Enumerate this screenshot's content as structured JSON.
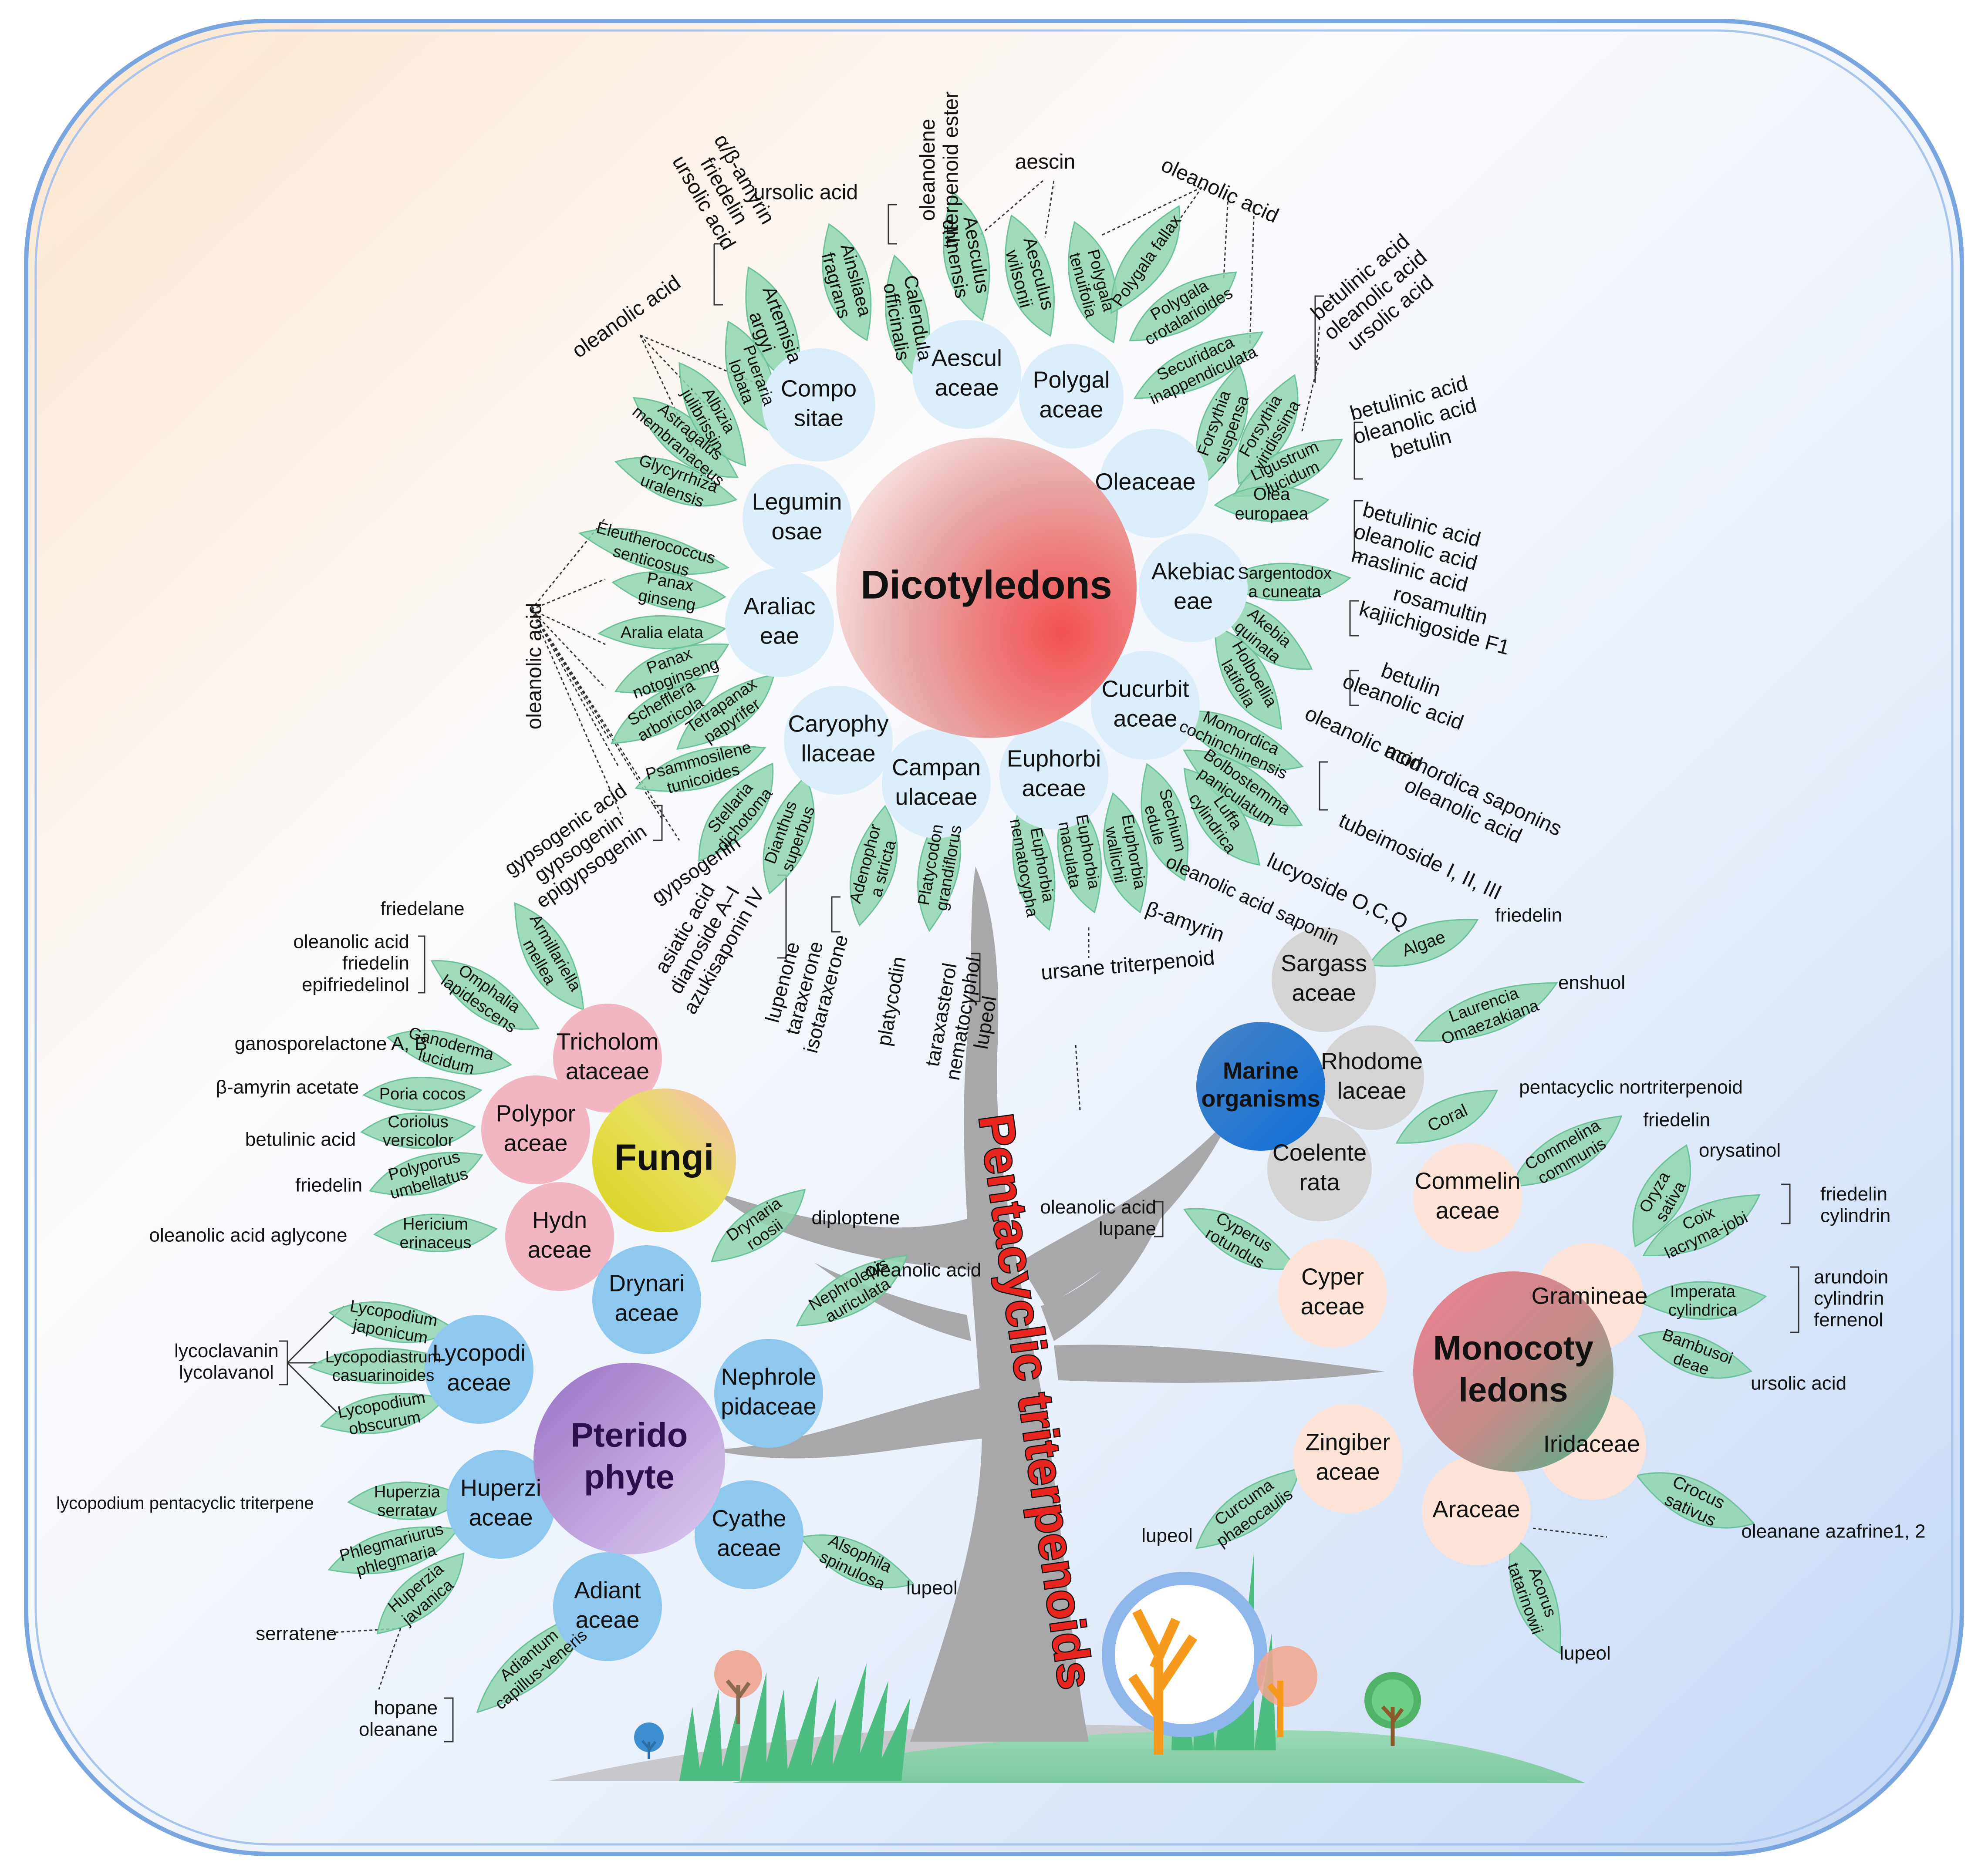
{
  "colors": {
    "frame": "#7aa6e0",
    "leaf": "#8fd6b0",
    "leaf_stroke": "#6cc29a",
    "dicot_family": "#dceefa",
    "mono_family": "#fde3d8",
    "fungi_family": "#f2b6c2",
    "pterido_family": "#8ec8ef",
    "marine_family": "#d4d4d4",
    "trunk": "#a7a7a9",
    "title_red": "#e8251f"
  },
  "title": "Pentacyclic triterpenoids",
  "hubs": {
    "dicot": "Dicotyledons",
    "mono": [
      "Monocoty",
      "ledons"
    ],
    "fungi": "Fungi",
    "pterido": [
      "Pterido",
      "phyte"
    ],
    "marine": [
      "Marine",
      "organisms"
    ]
  },
  "dicot_families": {
    "compositae": [
      "Compo",
      "sitae"
    ],
    "aesculaceae": [
      "Aescul",
      "aceae"
    ],
    "polygalaceae": [
      "Polygal",
      "aceae"
    ],
    "oleaceae": [
      "Oleaceae"
    ],
    "akebiaceae": [
      "Akebiac",
      "eae"
    ],
    "cucurbitaceae": [
      "Cucurbit",
      "aceae"
    ],
    "euphorbiaceae": [
      "Euphorbi",
      "aceae"
    ],
    "campanulaceae": [
      "Campan",
      "ulaceae"
    ],
    "caryophyllaceae": [
      "Caryophy",
      "llaceae"
    ],
    "araliaceae": [
      "Araliac",
      "eae"
    ],
    "leguminosae": [
      "Legumin",
      "osae"
    ]
  },
  "mono_families": {
    "commelinaceae": [
      "Commelin",
      "aceae"
    ],
    "gramineae": [
      "Gramineae"
    ],
    "iridaceae": [
      "Iridaceae"
    ],
    "araceae": [
      "Araceae"
    ],
    "zingiberaceae": [
      "Zingiber",
      "aceae"
    ],
    "cyperaceae": [
      "Cyper",
      "aceae"
    ]
  },
  "fungi_families": {
    "tricholomataceae": [
      "Tricholom",
      "ataceae"
    ],
    "polyporaceae": [
      "Polypor",
      "aceae"
    ],
    "hydnaceae": [
      "Hydn",
      "aceae"
    ]
  },
  "pterido_families": {
    "drynariaceae": [
      "Drynari",
      "aceae"
    ],
    "nephrolepidaceae": [
      "Nephrole",
      "pidaceae"
    ],
    "lycopodiaceae": [
      "Lycopodi",
      "aceae"
    ],
    "huperziaceae": [
      "Huperzi",
      "aceae"
    ],
    "adiantaceae": [
      "Adiant",
      "aceae"
    ],
    "cyatheaceae": [
      "Cyathe",
      "aceae"
    ]
  },
  "marine_families": {
    "sargassaceae": [
      "Sargass",
      "aceae"
    ],
    "rhodomelaceae": [
      "Rhodome",
      "laceae"
    ],
    "coelenterata": [
      "Coelente",
      "rata"
    ]
  },
  "species": {
    "artemisia": [
      "Artemisia",
      "argyi"
    ],
    "ainsliaea": [
      "Ainsliaea",
      "fragrans"
    ],
    "calendula": [
      "Calendula",
      "officinalis"
    ],
    "aesc_chinensis": [
      "Aesculus",
      "chinensis"
    ],
    "aesc_wilsonii": [
      "Aesculus",
      "wilsonii"
    ],
    "polygala_ten": [
      "Polygala",
      "tenuifolia"
    ],
    "polygala_fallax": [
      "Polygala fallax"
    ],
    "polygala_crot": [
      "Polygala",
      "crotalarioides"
    ],
    "securidaca": [
      "Securidaca",
      "inappendiculata"
    ],
    "forsythia_susp": [
      "Forsythia",
      "suspensa"
    ],
    "forsythia_vir": [
      "Forsythia",
      "viridissima"
    ],
    "ligustrum": [
      "Ligustrum",
      "lucidum"
    ],
    "olea": [
      "Olea",
      "europaea"
    ],
    "sargentodoxa": [
      "Sargentodox",
      "a cuneata"
    ],
    "akebia": [
      "Akebia",
      "quinata"
    ],
    "holboellia": [
      "Holboellia",
      "latifolia"
    ],
    "momordica": [
      "Momordica",
      "cochinchinensis"
    ],
    "bolbostemma": [
      "Bolbostemma",
      "paniculatum"
    ],
    "luffa": [
      "Luffa",
      "cylindrica"
    ],
    "sechium": [
      "Sechium",
      "edule"
    ],
    "euph_wallichii": [
      "Euphorbia",
      "wallichii"
    ],
    "euph_maculata": [
      "Euphorbia",
      "maculata"
    ],
    "euph_nematocypha": [
      "Euphorbia",
      "nematocypha"
    ],
    "platycodon": [
      "Platycodon",
      "grandiflorus"
    ],
    "adenophora": [
      "Adenophor",
      "a stricta"
    ],
    "dianthus": [
      "Dianthus",
      "superbus"
    ],
    "stellaria": [
      "Stellaria",
      "dichotoma"
    ],
    "psammosilene": [
      "Psammosilene",
      "tunicoides"
    ],
    "tetrapanax": [
      "Tetrapanax",
      "papyrifer"
    ],
    "schefflera": [
      "Schefflera",
      "arboricola"
    ],
    "panax_noto": [
      "Panax",
      "notoginseng"
    ],
    "aralia": [
      "Aralia elata"
    ],
    "panax_gin": [
      "Panax",
      "ginseng"
    ],
    "eleuthero": [
      "Eleutherococcus",
      "senticosus"
    ],
    "glycyrrhiza": [
      "Glycyrrhiza",
      "uralensis"
    ],
    "astragalus": [
      "Astragalus",
      "membranaceus"
    ],
    "albizia": [
      "Albizia",
      "julibrissin"
    ],
    "pueraria": [
      "Pueraria",
      "lobata"
    ],
    "algae": [
      "Algae"
    ],
    "laurencia": [
      "Laurencia",
      "Omaezakiana"
    ],
    "coral": [
      "Coral"
    ],
    "commelina": [
      "Commelina",
      "communis"
    ],
    "oryza": [
      "Oryza",
      "sativa"
    ],
    "coix": [
      "Coix",
      "lacryma-jobi"
    ],
    "imperata": [
      "Imperata",
      "cylindrica"
    ],
    "bambusoideae": [
      "Bambusoi",
      "deae"
    ],
    "crocus": [
      "Crocus",
      "sativus"
    ],
    "acorus": [
      "Acorus",
      "tatarinowii"
    ],
    "curcuma": [
      "Curcuma",
      "phaeocaulis"
    ],
    "cyperus": [
      "Cyperus",
      "rotundus"
    ],
    "armillariella": [
      "Armillariella",
      "mellea"
    ],
    "omphalia": [
      "Omphalia",
      "lapidescens"
    ],
    "ganoderma": [
      "Ganoderma",
      "lucidum"
    ],
    "poria": [
      "Poria cocos"
    ],
    "coriolus": [
      "Coriolus",
      "versicolor"
    ],
    "polyporus": [
      "Polyporus",
      "umbellatus"
    ],
    "hericium": [
      "Hericium",
      "erinaceus"
    ],
    "drynaria": [
      "Drynaria",
      "roosii"
    ],
    "nephrolepis": [
      "Nephrolepis",
      "auriculata"
    ],
    "lyco_jap": [
      "Lycopodium",
      "japonicum"
    ],
    "lycopodiastrum": [
      "Lycopodiastrum",
      "casuarinoides"
    ],
    "lyco_obs": [
      "Lycopodium",
      "obscurum"
    ],
    "huperzia_serr": [
      "Huperzia",
      "serratav"
    ],
    "phlegmariurus": [
      "Phlegmariurus",
      "phlegmaria"
    ],
    "huperzia_jav": [
      "Huperzia",
      "javanica"
    ],
    "adiantum": [
      "Adiantum",
      "capillus-veneris"
    ],
    "alsophila": [
      "Alsophila",
      "spinulosa"
    ]
  },
  "compounds": {
    "artemisia_list": [
      "α/β-amyrin",
      "friedelin",
      "ursolic acid"
    ],
    "ainsliaea": "ursolic acid",
    "calendula": [
      "oleanolene",
      "triterpenoid ester"
    ],
    "aescin": "aescin",
    "polygala": "oleanolic acid",
    "forsythia_list": [
      "betulinic acid",
      "oleanolic acid",
      "ursolic acid"
    ],
    "ligustrum_list": [
      "betulinic acid",
      "oleanolic acid",
      "betulin"
    ],
    "olea_list": [
      "betulinic acid",
      "oleanolic acid",
      "maslinic acid"
    ],
    "sargento_list": [
      "rosamultin",
      "kajiichigoside F1"
    ],
    "akebia_list": [
      "betulin",
      "oleanolic acid"
    ],
    "holboellia": "oleanolic acid",
    "momordica_list": [
      "momordica saponins",
      "oleanolic acid"
    ],
    "bolbostemma": "tubeimoside I, II, III",
    "luffa": "lucyoside O,C,Q",
    "sechium": "oleanolic acid saponin",
    "euph_wallichii": "β-amyrin",
    "euph_maculata": "ursane triterpenoid",
    "euph_nema_list": [
      "taraxasterol",
      "nematocyphol",
      "lupeol"
    ],
    "platycodin": "platycodin",
    "adenophora_list": [
      "lupenone",
      "taraxerone",
      "isotaraxerone"
    ],
    "dianthus_list": [
      "asiatic acid",
      "dianoside A–I",
      "azukisaponin IV"
    ],
    "stellaria": "gypsogenin",
    "psammo_list": [
      "gypsogenic acid",
      "gypsogenin",
      "epigypsogenin"
    ],
    "araliaceae": "oleanolic acid",
    "leguminosae": "oleanolic acid",
    "algae": "friedelin",
    "laurencia": "enshuol",
    "coral": "pentacyclic nortriterpenoid",
    "commelina": "friedelin",
    "oryza": "orysatinol",
    "coix_list": [
      "friedelin",
      "cylindrin"
    ],
    "imperata_list": [
      "arundoin",
      "cylindrin",
      "fernenol"
    ],
    "bambusoideae": "ursolic acid",
    "crocus": "oleanane azafrine1, 2",
    "acorus": "lupeol",
    "curcuma": "lupeol",
    "cyperus_list": [
      "oleanolic acid",
      "lupane"
    ],
    "armillariella": "friedelane",
    "omphalia_list": [
      "oleanolic acid",
      "friedelin",
      "epifriedelinol"
    ],
    "ganoderma": "ganosporelactone A, B",
    "poria": "β-amyrin acetate",
    "coriolus": "betulinic acid",
    "polyporus": "friedelin",
    "hericium": "oleanolic acid aglycone",
    "drynaria": "diploptene",
    "nephrolepis": "oleanolic acid",
    "lyco_list": [
      "lycoclavanin",
      "lycolavanol"
    ],
    "huperzia_serr": "lycopodium pentacyclic triterpene",
    "serratene": "serratene",
    "adiantum_list": [
      "hopane",
      "oleanane"
    ],
    "alsophila": "lupeol"
  }
}
